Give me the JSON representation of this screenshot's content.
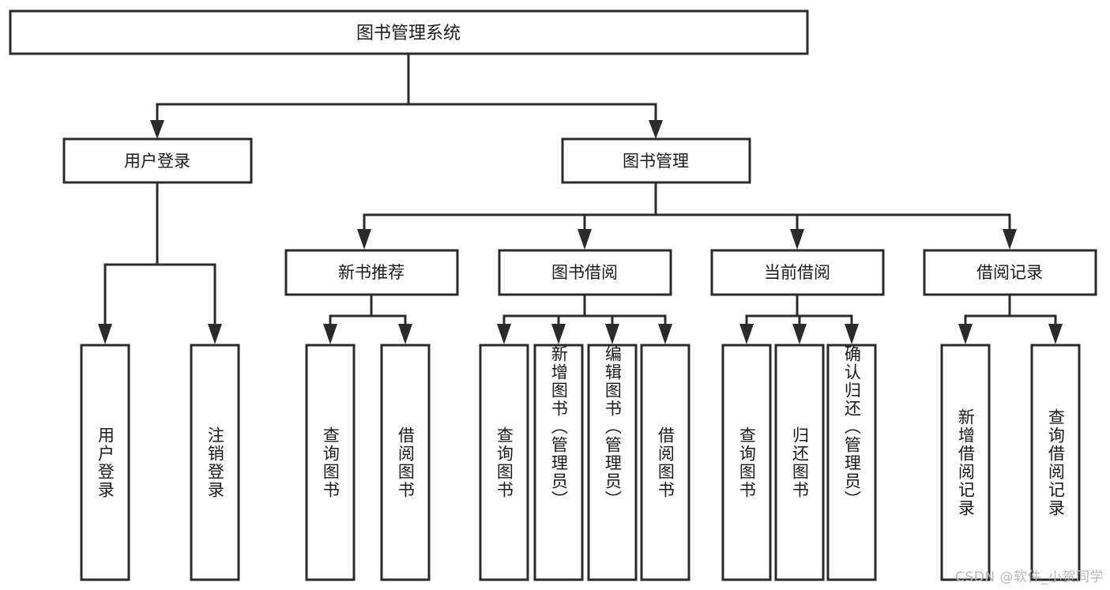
{
  "diagram": {
    "type": "tree-hierarchy-chart",
    "title": "图书管理系统",
    "watermark": "CSDN @软件_小贺同学",
    "colors": {
      "box_stroke": "#2b2b2b",
      "box_fill": "#ffffff",
      "text": "#1a1a1a",
      "background": "#ffffff",
      "watermark": "#b8b8b8"
    },
    "root": {
      "label": "图书管理系统"
    },
    "level2": [
      {
        "id": "user-login",
        "label": "用户登录"
      },
      {
        "id": "book-manage",
        "label": "图书管理"
      }
    ],
    "level3": [
      {
        "id": "new-book-recommend",
        "label": "新书推荐",
        "parent": "book-manage"
      },
      {
        "id": "book-borrow",
        "label": "图书借阅",
        "parent": "book-manage"
      },
      {
        "id": "current-borrow",
        "label": "当前借阅",
        "parent": "book-manage"
      },
      {
        "id": "borrow-record",
        "label": "借阅记录",
        "parent": "book-manage"
      }
    ],
    "leaves": [
      {
        "id": "leaf-user-login",
        "label": "用户登录",
        "parent": "user-login"
      },
      {
        "id": "leaf-logout",
        "label": "注销登录",
        "parent": "user-login"
      },
      {
        "id": "leaf-query-book-1",
        "label": "查询图书",
        "parent": "new-book-recommend"
      },
      {
        "id": "leaf-borrow-book-1",
        "label": "借阅图书",
        "parent": "new-book-recommend"
      },
      {
        "id": "leaf-query-book-2",
        "label": "查询图书",
        "parent": "book-borrow"
      },
      {
        "id": "leaf-add-book",
        "label": "新增图书（管理员）",
        "parent": "book-borrow"
      },
      {
        "id": "leaf-edit-book",
        "label": "编辑图书（管理员）",
        "parent": "book-borrow"
      },
      {
        "id": "leaf-borrow-book-2",
        "label": "借阅图书",
        "parent": "book-borrow"
      },
      {
        "id": "leaf-query-book-3",
        "label": "查询图书",
        "parent": "current-borrow"
      },
      {
        "id": "leaf-return-book",
        "label": "归还图书",
        "parent": "current-borrow"
      },
      {
        "id": "leaf-confirm-return",
        "label": "确认归还（管理员）",
        "parent": "current-borrow"
      },
      {
        "id": "leaf-add-record",
        "label": "新增借阅记录",
        "parent": "borrow-record"
      },
      {
        "id": "leaf-query-record",
        "label": "查询借阅记录",
        "parent": "borrow-record"
      }
    ]
  }
}
